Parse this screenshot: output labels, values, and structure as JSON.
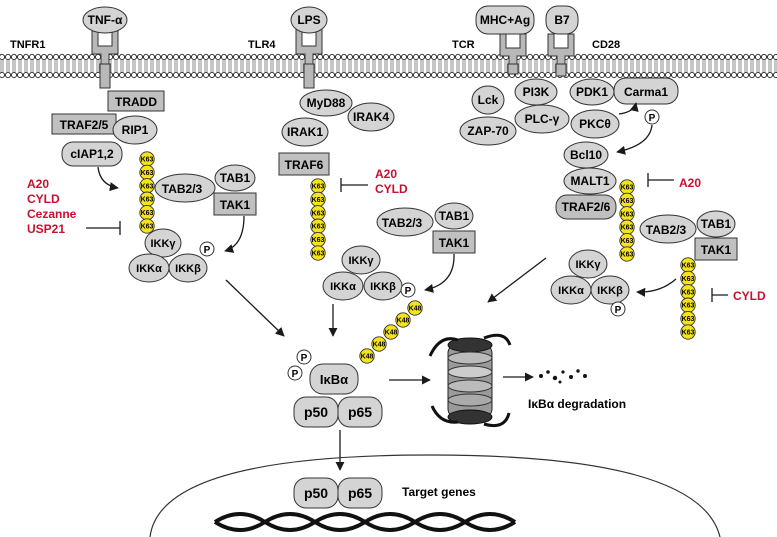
{
  "receptors": {
    "tnfr1": "TNFR1",
    "tnf_alpha": "TNF-α",
    "tlr4": "TLR4",
    "lps": "LPS",
    "tcr": "TCR",
    "mhc_ag": "MHC+Ag",
    "b7": "B7",
    "cd28": "CD28"
  },
  "tnf_branch": {
    "tradd": "TRADD",
    "traf25": "TRAF2/5",
    "rip1": "RIP1",
    "ciap": "cIAP1,2",
    "tab23": "TAB2/3",
    "tab1": "TAB1",
    "tak1": "TAK1",
    "ikk_gamma": "IKKγ",
    "ikk_alpha": "IKKα",
    "ikk_beta": "IKKβ",
    "inhibitors": [
      "A20",
      "CYLD",
      "Cezanne",
      "USP21"
    ]
  },
  "tlr_branch": {
    "myd88": "MyD88",
    "irak4": "IRAK4",
    "irak1": "IRAK1",
    "traf6": "TRAF6",
    "tab23": "TAB2/3",
    "tab1": "TAB1",
    "tak1": "TAK1",
    "ikk_gamma": "IKKγ",
    "ikk_alpha": "IKKα",
    "ikk_beta": "IKKβ",
    "inhibitors": [
      "A20",
      "CYLD"
    ]
  },
  "tcr_branch": {
    "lck": "Lck",
    "pi3k": "PI3K",
    "zap70": "ZAP-70",
    "plc_gamma": "PLC-γ",
    "pdk1": "PDK1",
    "carma1": "Carma1",
    "pkc_theta": "PKCθ",
    "bcl10": "Bcl10",
    "malt1": "MALT1",
    "traf26": "TRAF2/6",
    "tab23": "TAB2/3",
    "tab1": "TAB1",
    "tak1": "TAK1",
    "ikk_gamma": "IKKγ",
    "ikk_alpha": "IKKα",
    "ikk_beta": "IKKβ",
    "a20": "A20",
    "cyld": "CYLD"
  },
  "labels": {
    "k63": "K63",
    "k48": "K48",
    "phospho": "P",
    "ikb_alpha": "IκBα",
    "p50": "p50",
    "p65": "p65",
    "degradation": "IκBα degradation",
    "target_genes": "Target genes"
  },
  "colors": {
    "protein_fill": "#d4d4d4",
    "box_fill": "#c0c0c0",
    "ubiquitin_fill": "#f5e419",
    "inhibitor_text": "#c8102e",
    "line": "#1a1a1a"
  }
}
